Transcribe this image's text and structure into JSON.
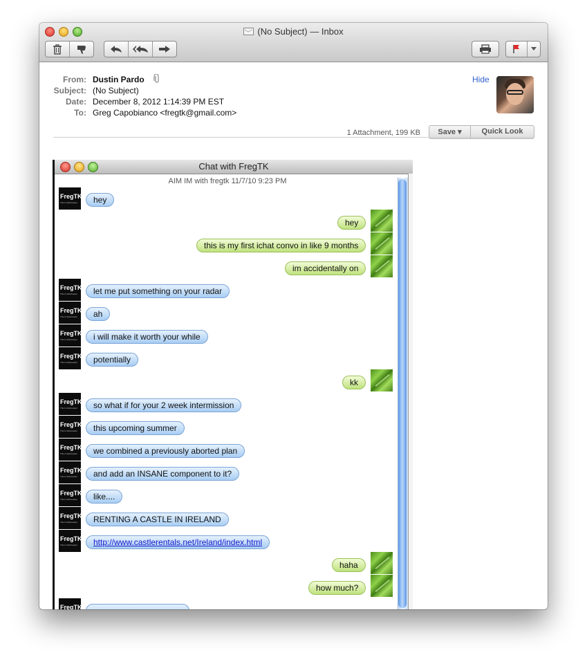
{
  "window": {
    "title": "(No Subject) — Inbox"
  },
  "toolbar": {
    "icons": [
      "trash-icon",
      "junk-icon",
      "reply-icon",
      "reply-all-icon",
      "forward-icon",
      "print-icon",
      "flag-icon",
      "chevron-down-icon"
    ]
  },
  "header": {
    "from_label": "From:",
    "from_value": "Dustin Pardo",
    "subject_label": "Subject:",
    "subject_value": "(No Subject)",
    "date_label": "Date:",
    "date_value": "December 8, 2012 1:14:39 PM EST",
    "to_label": "To:",
    "to_value": "Greg Capobianco <fregtk@gmail.com>",
    "hide_label": "Hide"
  },
  "attachment": {
    "info": "1 Attachment, 199 KB",
    "save_label": "Save ▾",
    "quicklook_label": "Quick Look"
  },
  "chat": {
    "title": "Chat with FregTK",
    "meta": "AIM IM with fregtk   11/7/10 9:23 PM",
    "avatar_text": "FregTK",
    "avatar_subtext": "This Is Webmaster",
    "messages": [
      {
        "side": "them",
        "text": "hey"
      },
      {
        "side": "me",
        "text": "hey"
      },
      {
        "side": "me",
        "text": "this is my first ichat convo in like 9 months"
      },
      {
        "side": "me",
        "text": "im accidentally on"
      },
      {
        "side": "them",
        "text": "let me put something on your radar"
      },
      {
        "side": "them",
        "text": "ah"
      },
      {
        "side": "them",
        "text": "i will make it worth your while"
      },
      {
        "side": "them",
        "text": "potentially"
      },
      {
        "side": "me",
        "text": "kk"
      },
      {
        "side": "them",
        "text": "so what if for your 2 week intermission"
      },
      {
        "side": "them",
        "text": "this upcoming summer"
      },
      {
        "side": "them",
        "text": "we combined a previously aborted plan"
      },
      {
        "side": "them",
        "text": "and add an INSANE component to it?"
      },
      {
        "side": "them",
        "text": "like...."
      },
      {
        "side": "them",
        "text": "RENTING A CASTLE IN IRELAND"
      },
      {
        "side": "them",
        "text": "http://www.castlerentals.net/Ireland/index.html",
        "link": true
      },
      {
        "side": "me",
        "text": "haha"
      },
      {
        "side": "me",
        "text": "how much?"
      },
      {
        "side": "them",
        "text": ""
      }
    ]
  },
  "colors": {
    "them_bubble": "#a8cdf3",
    "me_bubble": "#bfe27e",
    "link": "#1a1acc",
    "hide_link": "#2f5fd0"
  }
}
